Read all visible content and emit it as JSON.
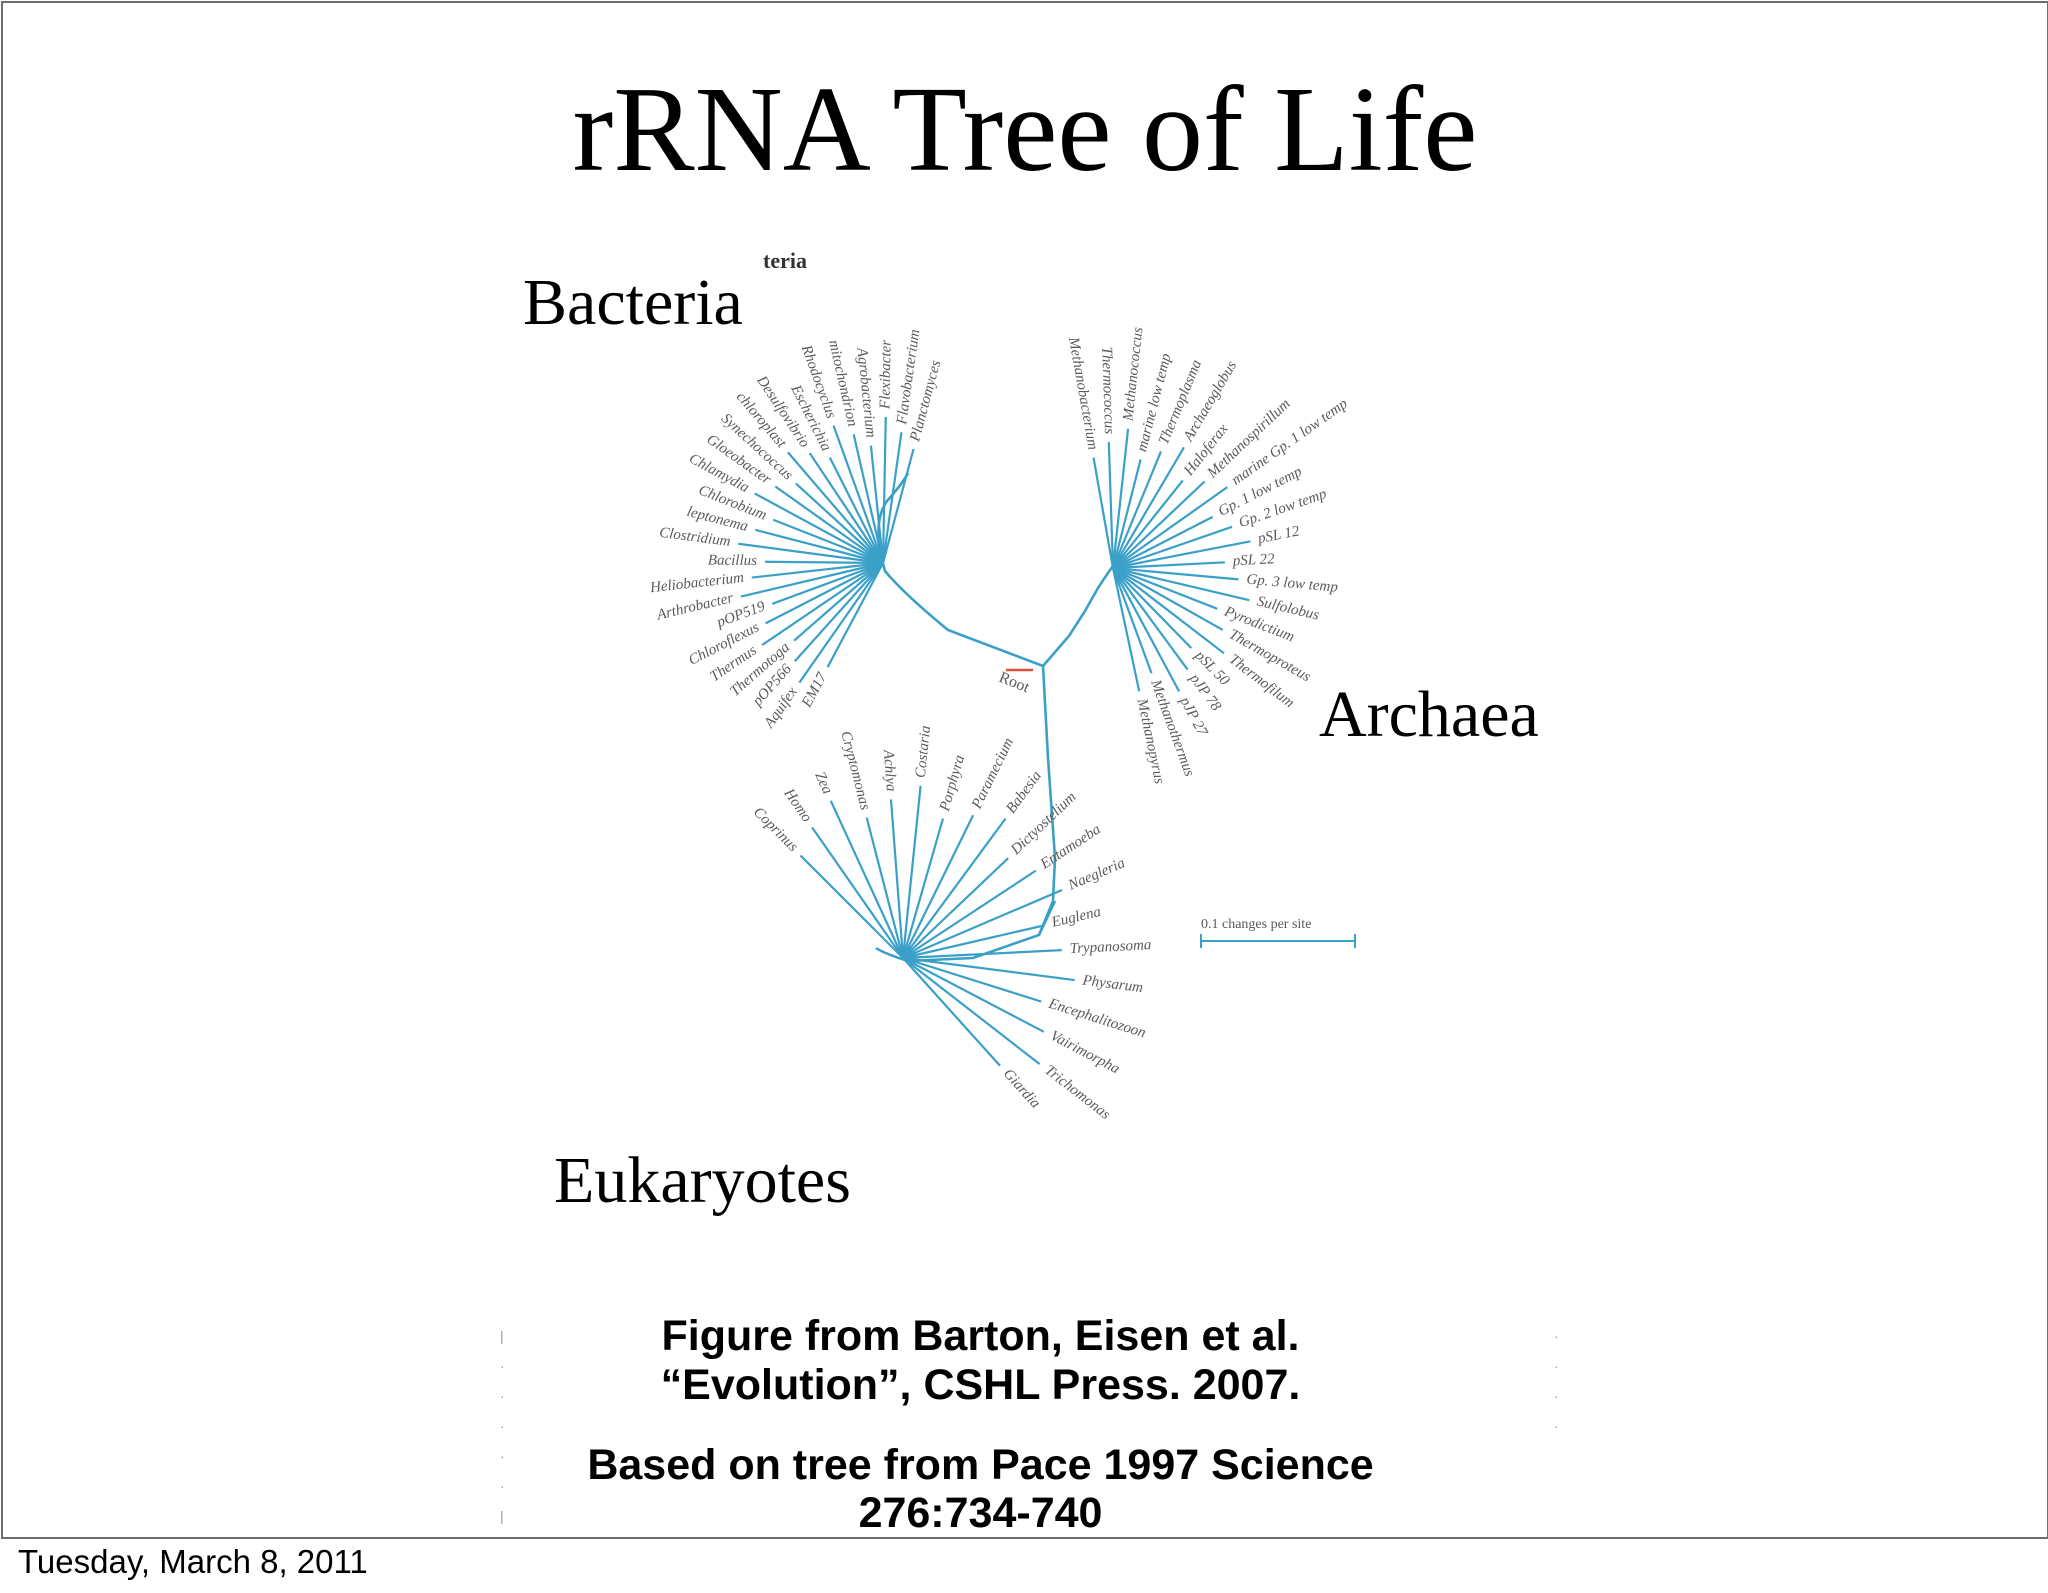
{
  "slide": {
    "title": "rRNA Tree of Life",
    "domains": {
      "bacteria": "Bacteria",
      "archaea": "Archaea",
      "eukaryotes": "Eukaryotes"
    },
    "fragment": "teria",
    "root_label": "Root",
    "scale_label": "0.1 changes per site",
    "credit_line1": "Figure from Barton, Eisen et al.",
    "credit_line2": "“Evolution”, CSHL Press. 2007.",
    "credit_line3": "Based on tree from Pace 1997 Science",
    "credit_line4": "276:734-740"
  },
  "footer": {
    "date": "Tuesday, March 8, 2011"
  },
  "colors": {
    "branch": "#3aa0c8",
    "leaf_text": "#5a5a5a",
    "root_mark": "#e05040",
    "border": "#6e6e6e"
  },
  "tree": {
    "bacteria": [
      "Planctomyces",
      "Flavobacterium",
      "Flexibacter",
      "Agrobacterium",
      "mitochondrion",
      "Rhodocyclus",
      "Escherichia",
      "Desulfovibrio",
      "chloroplast",
      "Synechococcus",
      "Gloeobacter",
      "Chlamydia",
      "Chlorobium",
      "leptonema",
      "Clostridium",
      "Bacillus",
      "Heliobacterium",
      "Arthrobacter",
      "pOP519",
      "Chloroflexus",
      "Thermus",
      "Thermotoga",
      "pOP566",
      "Aquifex",
      "EM17"
    ],
    "archaea": [
      "Methanobacterium",
      "Thermococcus",
      "Methanococcus",
      "marine low temp",
      "Thermoplasma",
      "Archaeoglobus",
      "Haloferax",
      "Methanospirillum",
      "marine Gp. 1 low temp",
      "Gp. 1 low temp",
      "Gp. 2 low temp",
      "pSL 12",
      "pSL 22",
      "Gp. 3 low temp",
      "Sulfolobus",
      "Pyrodictium",
      "Thermoproteus",
      "Thermofilum",
      "pSL 50",
      "pJP 78",
      "pJP 27",
      "Methanothermus",
      "Methanopyrus"
    ],
    "eukaryotes": [
      "Coprinus",
      "Homo",
      "Zea",
      "Cryptomonas",
      "Achlya",
      "Costaria",
      "Porphyra",
      "Paramecium",
      "Babesia",
      "Dictyostelium",
      "Entamoeba",
      "Naegleria",
      "Euglena",
      "Trypanosoma",
      "Physarum",
      "Encephalitozoon",
      "Vairimorpha",
      "Trichomonas",
      "Giardia"
    ]
  }
}
